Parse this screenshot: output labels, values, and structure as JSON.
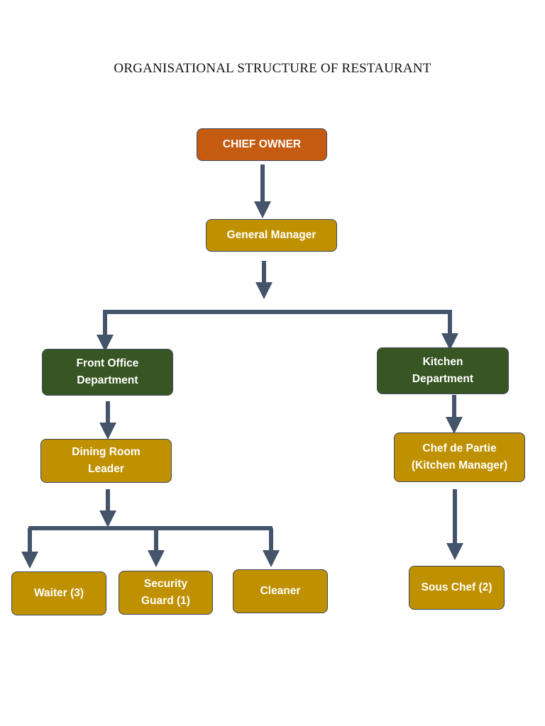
{
  "title": "ORGANISATIONAL STRUCTURE OF RESTAURANT",
  "colors": {
    "owner": "#c55a11",
    "gold": "#bf9000",
    "department": "#375623",
    "connector": "#44546a"
  },
  "nodes": {
    "chief_owner": {
      "line1": "CHIEF OWNER"
    },
    "general_manager": {
      "line1": "General Manager"
    },
    "front_office": {
      "line1": "Front Office",
      "line2": "Department"
    },
    "kitchen": {
      "line1": "Kitchen",
      "line2": "Department"
    },
    "dining_room_leader": {
      "line1": "Dining Room",
      "line2": "Leader"
    },
    "chef_de_partie": {
      "line1": "Chef de Partie",
      "line2": "(Kitchen Manager)"
    },
    "waiter": {
      "line1": "Waiter (3)"
    },
    "security_guard": {
      "line1": "Security",
      "line2": "Guard (1)"
    },
    "cleaner": {
      "line1": "Cleaner"
    },
    "sous_chef": {
      "line1": "Sous Chef (2)"
    }
  }
}
